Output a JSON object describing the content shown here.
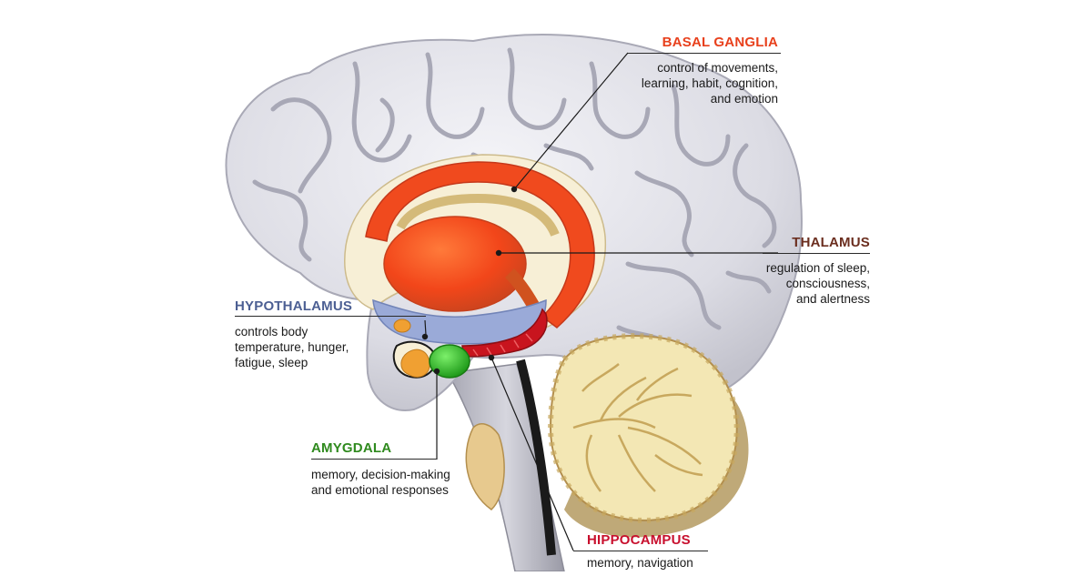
{
  "labels": {
    "basal_ganglia": {
      "title": "BASAL GANGLIA",
      "description": "control of movements,\nlearning, habit, cognition,\nand emotion",
      "color": "#e8401c"
    },
    "thalamus": {
      "title": "THALAMUS",
      "description": "regulation of sleep,\nconsciousness,\nand alertness",
      "color": "#6b2e1f"
    },
    "hypothalamus": {
      "title": "HYPOTHALAMUS",
      "description": "controls body\ntemperature, hunger,\nfatigue, sleep",
      "color": "#4c5f93"
    },
    "amygdala": {
      "title": "AMYGDALA",
      "description": "memory, decision-making\nand emotional responses",
      "color": "#2f8a1e"
    },
    "hippocampus": {
      "title": "HIPPOCAMPUS",
      "description": "memory, navigation",
      "color": "#c8102e"
    }
  },
  "colors": {
    "cortex": "#e4e4ea",
    "cortex_shadow": "#b9b9c4",
    "basal_ganglia": "#f04a1e",
    "thalamus_body": "#ff5a1f",
    "hypothalamus": "#9aaad8",
    "amygdala": "#35c12c",
    "hippocampus": "#c8141e",
    "cerebellum": "#f3e7b4",
    "brainstem": "#b9b9c4"
  }
}
